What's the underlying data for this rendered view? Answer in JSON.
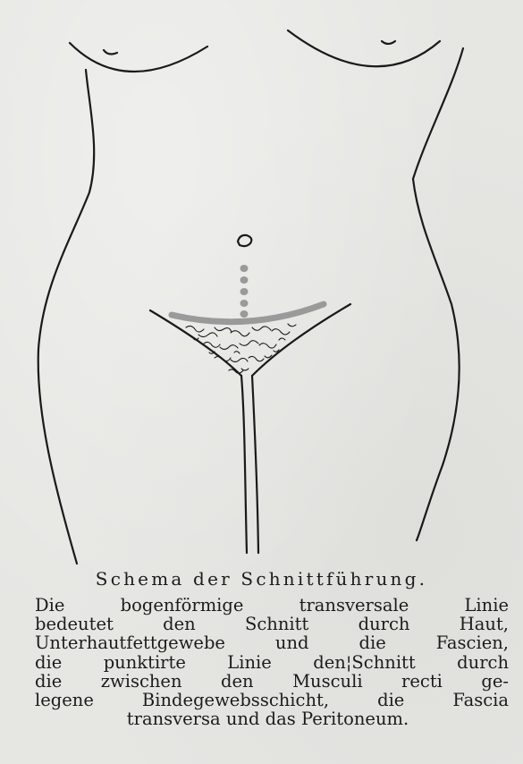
{
  "figure": {
    "illustration": "torso-diagram",
    "incision_color": "#9a9a9a",
    "line_color": "#1a1a1a"
  },
  "caption": {
    "title": "Schema der Schnittführung.",
    "lines": [
      "Die bogenförmige transversale Linie",
      "bedeutet den Schnitt durch Haut,",
      "Unterhautfettgewebe und die Fascien,",
      "die punktirte Linie den¦Schnitt durch",
      "die zwischen den Musculi recti ge-",
      "legene Bindegewebsschicht, die Fascia",
      "transversa und das Peritoneum."
    ]
  }
}
